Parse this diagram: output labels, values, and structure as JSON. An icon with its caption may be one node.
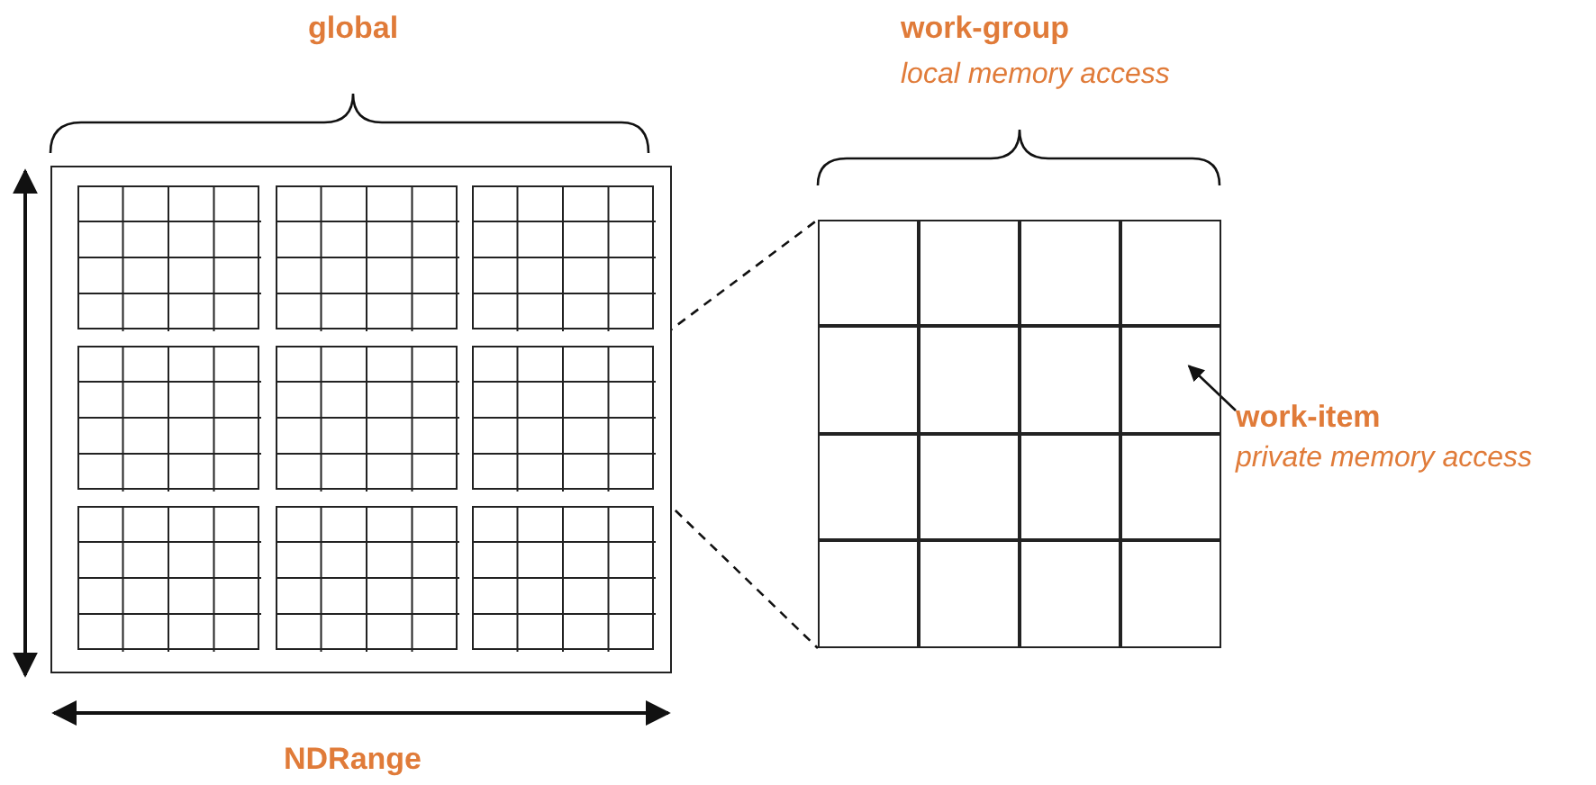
{
  "diagram": {
    "nodes": [
      {
        "text": [],
        "shape": "box"
      },
      {
        "text": [],
        "shape": "box",
        "in": 0
      },
      {
        "text": [],
        "shape": "box",
        "in": 0
      },
      {
        "text": [],
        "shape": "box",
        "in": 0
      },
      {
        "text": [],
        "shape": "box",
        "in": 0
      },
      {
        "text": [],
        "shape": "box",
        "in": 0
      },
      {
        "text": [],
        "shape": "box",
        "in": 0
      },
      {
        "text": [],
        "shape": "box",
        "in": 0
      },
      {
        "text": [],
        "shape": "box",
        "in": 0
      },
      {
        "text": [],
        "shape": "box",
        "in": 0
      },
      {
        "text": [],
        "shape": "box"
      },
      {
        "text": [],
        "shape": "box",
        "in": 10
      },
      {
        "text": [],
        "shape": "box",
        "in": 10
      },
      {
        "text": [],
        "shape": "box",
        "in": 10
      },
      {
        "text": [],
        "shape": "box",
        "in": 10
      },
      {
        "text": [],
        "shape": "box",
        "in": 10
      },
      {
        "text": [],
        "shape": "box",
        "in": 10
      },
      {
        "text": [],
        "shape": "box",
        "in": 10
      },
      {
        "text": [],
        "shape": "box",
        "in": 10
      },
      {
        "text": [],
        "shape": "box",
        "in": 10
      },
      {
        "text": [],
        "shape": "box",
        "in": 10
      },
      {
        "text": [],
        "shape": "box",
        "in": 10
      },
      {
        "text": [],
        "shape": "box",
        "in": 10
      },
      {
        "text": [],
        "shape": "box",
        "in": 10
      },
      {
        "text": [],
        "shape": "box",
        "in": 10
      },
      {
        "text": [],
        "shape": "box",
        "in": 10
      },
      {
        "text": [],
        "shape": "box",
        "in": 10
      },
      {
        "text": [
          "work-item",
          "private memory access"
        ]
      }
    ],
    "edges": [
      {
        "from": 6,
        "to": 10,
        "arrow": "none",
        "style": "dashed"
      },
      {
        "from": 6,
        "to": 10,
        "arrow": "none",
        "style": "dashed"
      },
      {
        "from": 27,
        "to": 18,
        "arrow": "to"
      }
    ],
    "labels": [
      "global",
      "work-group",
      "local memory access",
      "NDRange"
    ]
  }
}
